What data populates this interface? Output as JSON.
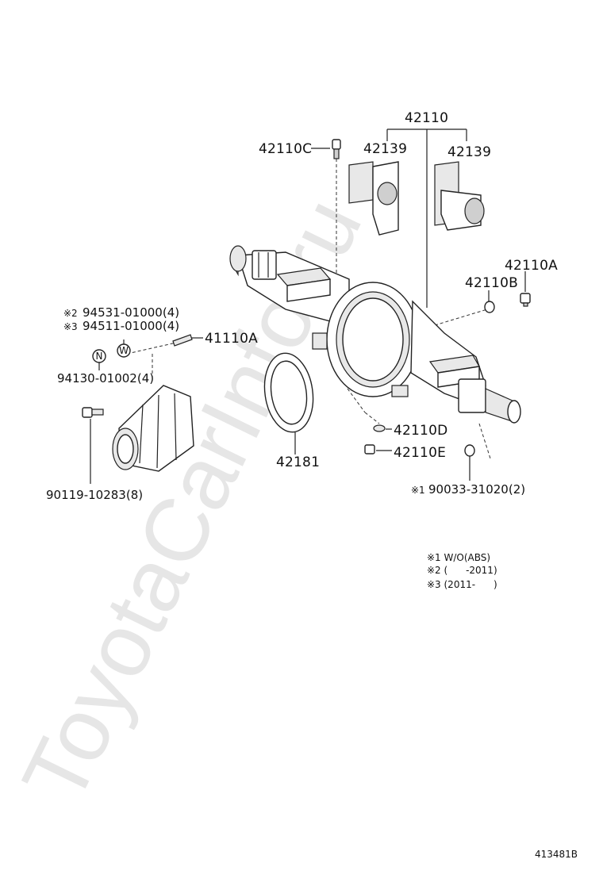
{
  "watermark": "ToyotaCarInfo.ru",
  "labels": {
    "axle_housing": "42110",
    "plug_c": "42110C",
    "bracket_left": "42139",
    "bracket_right": "42139",
    "plug_a": "42110A",
    "plug_b": "42110B",
    "bolt_alt2": "94531-01000(4)",
    "bolt_alt3": "94511-01000(4)",
    "stud": "41110A",
    "nut": "94130-01002(4)",
    "gasket": "42181",
    "plug_d": "42110D",
    "plug_e": "42110E",
    "bolt_carrier": "90119-10283(8)",
    "bolt_abs": "90033-31020(2)"
  },
  "marks": {
    "n": "N",
    "w": "W",
    "ref1": "※1",
    "ref2": "※2",
    "ref3": "※3"
  },
  "notes": [
    "※1 W/O(ABS)",
    "※2 (      -2011)",
    "※3 (2011-      )"
  ],
  "figure_number": "413481B"
}
